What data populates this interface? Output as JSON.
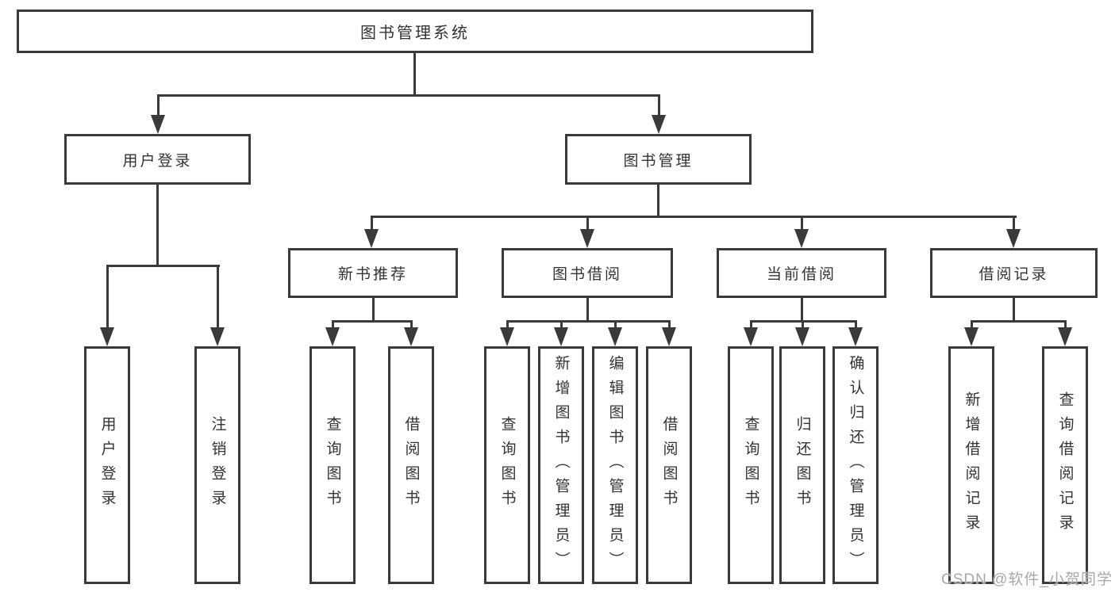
{
  "colors": {
    "line": "#3a3a3a",
    "text": "#333333",
    "background": "#ffffff",
    "watermark": "#a9a9a9"
  },
  "root": {
    "label": "图书管理系统"
  },
  "level2": [
    {
      "label": "用户登录"
    },
    {
      "label": "图书管理"
    }
  ],
  "level3": [
    {
      "label": "新书推荐"
    },
    {
      "label": "图书借阅"
    },
    {
      "label": "当前借阅"
    },
    {
      "label": "借阅记录"
    }
  ],
  "leaves": {
    "user_login": [
      "用户登录",
      "注销登录"
    ],
    "new_book_recommend": [
      "查询图书",
      "借阅图书"
    ],
    "book_borrow": [
      "查询图书",
      "新增图书（管理员）",
      "编辑图书（管理员）",
      "借阅图书"
    ],
    "current_borrow": [
      "查询图书",
      "归还图书",
      "确认归还（管理员）"
    ],
    "borrow_record": [
      "新增借阅记录",
      "查询借阅记录"
    ]
  },
  "watermark": "CSDN @软件_小贺同学"
}
